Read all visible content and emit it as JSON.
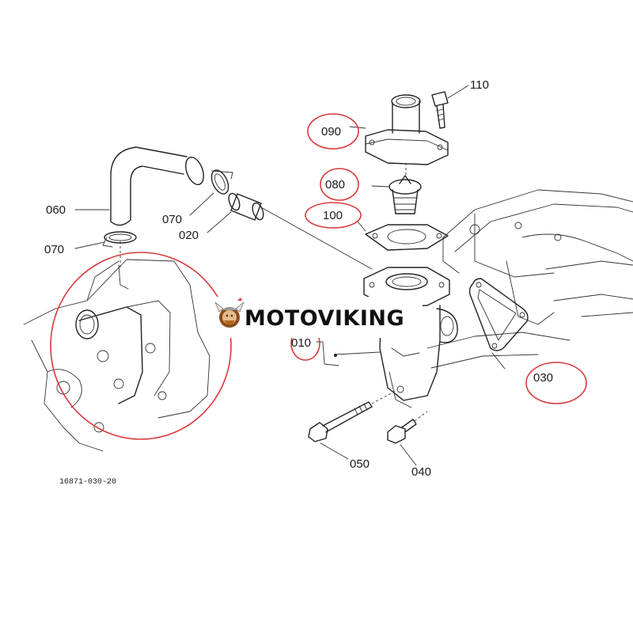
{
  "colors": {
    "line_ink": "#222222",
    "highlight_red": "#d93a3a",
    "background": "#ffffff",
    "watermark_band": "#ffffff"
  },
  "parts": [
    {
      "ref": "010",
      "highlighted": true
    },
    {
      "ref": "020",
      "highlighted": false
    },
    {
      "ref": "030",
      "highlighted": true
    },
    {
      "ref": "040",
      "highlighted": false
    },
    {
      "ref": "050",
      "highlighted": false
    },
    {
      "ref": "060",
      "highlighted": false
    },
    {
      "ref": "070",
      "highlighted": false
    },
    {
      "ref": "070",
      "highlighted": false
    },
    {
      "ref": "080",
      "highlighted": true
    },
    {
      "ref": "090",
      "highlighted": true
    },
    {
      "ref": "100",
      "highlighted": true
    },
    {
      "ref": "110",
      "highlighted": false
    }
  ],
  "drawing_code": "16871-030-20",
  "watermark": {
    "brand": "MOTOVIKING",
    "icon": "viking-mascot-icon"
  },
  "highlight_regions": [
    {
      "name": "water-pump-area"
    }
  ]
}
